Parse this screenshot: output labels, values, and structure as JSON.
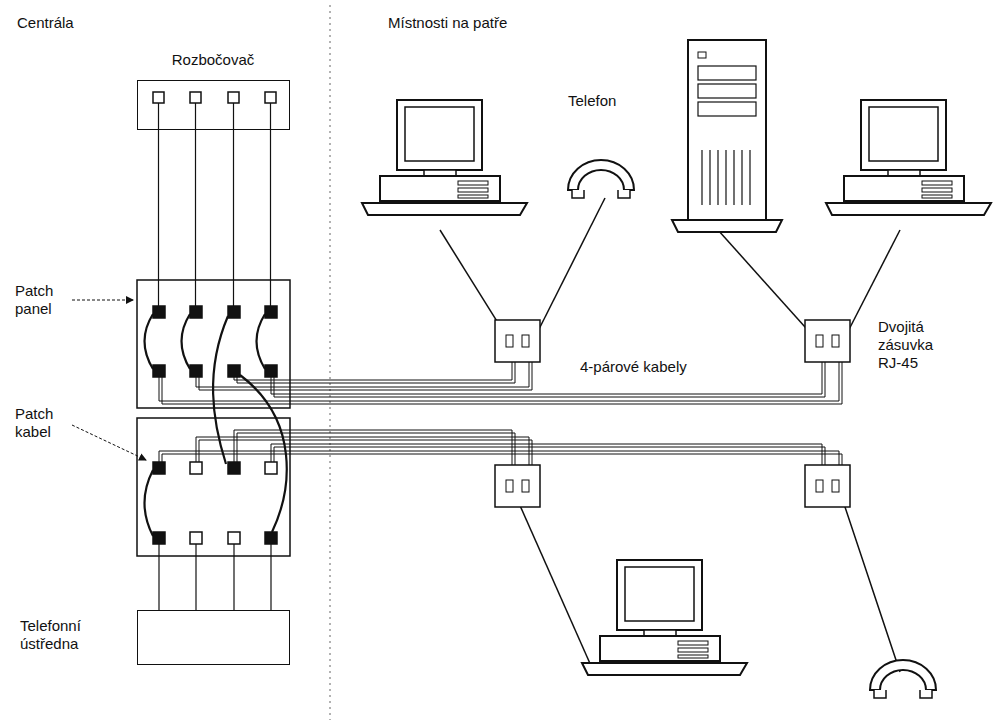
{
  "diagram": {
    "nodes": [
      {
        "text": [
          "Rozbočovač"
        ]
      },
      {
        "text": [
          "Telefonní ústředna"
        ]
      }
    ],
    "labels": [
      "Centrála",
      "Místnosti na patře",
      "Patch panel",
      "Patch kabel",
      "Telefon",
      "4-párové kabely",
      "Dvojitá zásuvka RJ-45"
    ]
  }
}
